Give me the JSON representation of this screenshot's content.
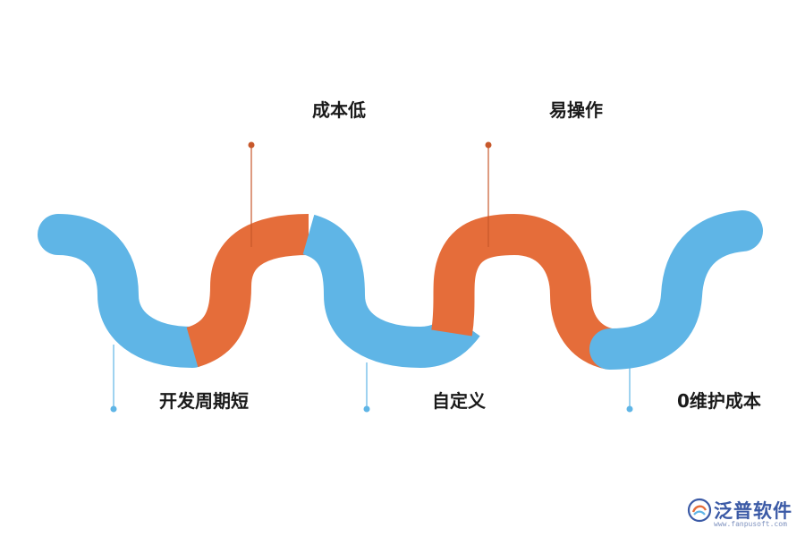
{
  "colors": {
    "blue": "#5FB5E6",
    "orange": "#E56D3A",
    "orange_marker": "#C7582B",
    "blue_marker": "#5FB5E6",
    "text": "#1a1a1a",
    "logo": "#3b5aa6"
  },
  "segments": [
    {
      "label": "开发周期短",
      "color": "blue",
      "marker": "below"
    },
    {
      "label": "成本低",
      "color": "orange",
      "marker": "above"
    },
    {
      "label": "自定义",
      "color": "blue",
      "marker": "below"
    },
    {
      "label": "易操作",
      "color": "orange",
      "marker": "above"
    },
    {
      "label": "0维护成本",
      "color": "blue",
      "marker": "below"
    }
  ],
  "logo": {
    "name": "泛普软件",
    "url": "www.fanpusoft.com",
    "icon": "fanpu-logo-icon"
  }
}
